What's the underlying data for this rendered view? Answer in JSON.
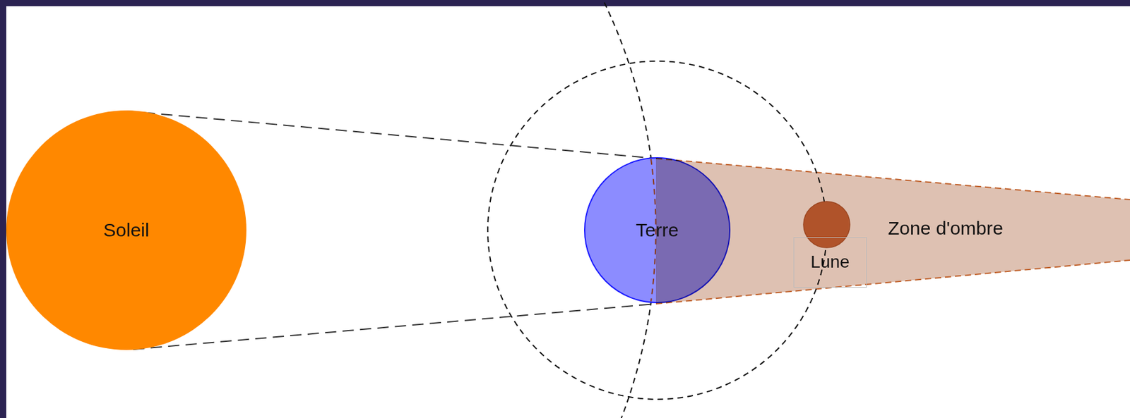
{
  "diagram": {
    "nodes": [
      {
        "text": [
          "Soleil"
        ]
      },
      {
        "text": [
          "Terre"
        ]
      },
      {
        "text": [
          "Zone d'ombre"
        ]
      },
      {
        "text": [
          "Lune"
        ],
        "in": 2
      }
    ]
  }
}
